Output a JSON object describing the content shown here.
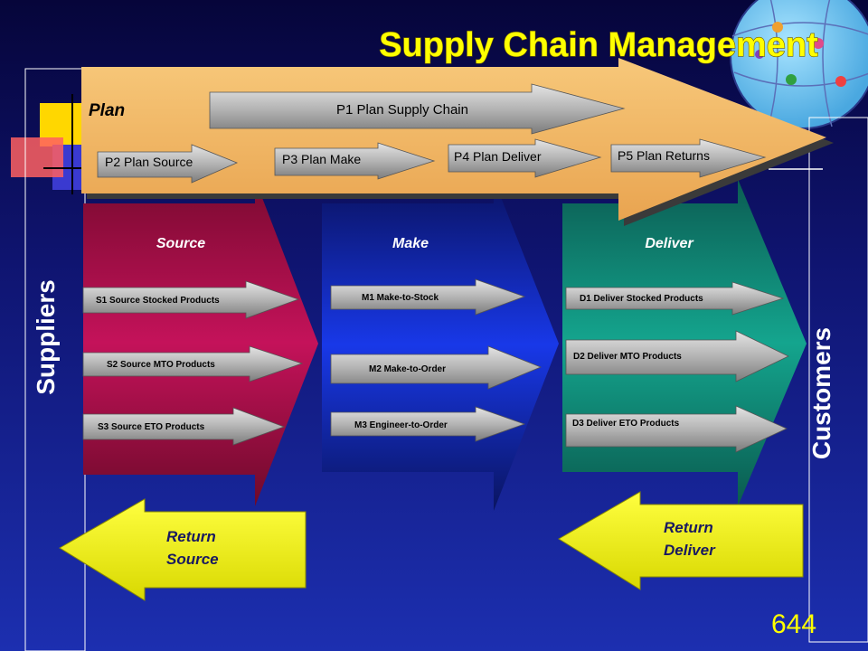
{
  "title": "Supply Chain Management",
  "page_number": "644",
  "side_labels": {
    "left": "Suppliers",
    "right": "Customers"
  },
  "plan": {
    "label": "Plan",
    "items": [
      "P1  Plan Supply Chain",
      "P2  Plan Source",
      "P3  Plan Make",
      "P4  Plan Deliver",
      "P5  Plan Returns"
    ]
  },
  "source": {
    "label": "Source",
    "items": [
      "S1  Source Stocked Products",
      "S2  Source MTO Products",
      "S3  Source ETO Products"
    ]
  },
  "make": {
    "label": "Make",
    "items": [
      "M1  Make-to-Stock",
      "M2  Make-to-Order",
      "M3  Engineer-to-Order"
    ]
  },
  "deliver": {
    "label": "Deliver",
    "items": [
      "D1  Deliver Stocked Products",
      "D2  Deliver MTO Products",
      "D3 Deliver ETO Products"
    ]
  },
  "return_source": {
    "line1": "Return",
    "line2": "Source"
  },
  "return_deliver": {
    "line1": "Return",
    "line2": "Deliver"
  },
  "colors": {
    "plan": "#f2b96a",
    "source": "#b0104f",
    "make": "#1530d8",
    "deliver": "#0f9580",
    "returns": "#f5f500",
    "title": "#ffff00",
    "gray_arrow": "#b8b8b8"
  }
}
